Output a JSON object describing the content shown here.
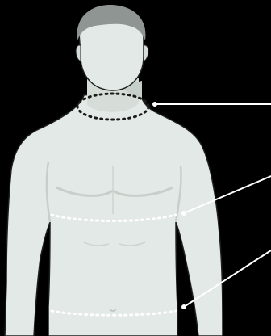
{
  "colors": {
    "background": "#000000",
    "skin": "#e3e9e6",
    "skin_shadow": "#cdd5d1",
    "skin_deep_shadow": "#b9c2be",
    "hair": "#8e9592",
    "outline": "#1c1f1e",
    "dotted_line": "#1a1a1a",
    "leader_line": "#ffffff"
  },
  "figure": {
    "subject": "male-torso",
    "measurements": [
      "neck",
      "chest",
      "waist"
    ]
  }
}
